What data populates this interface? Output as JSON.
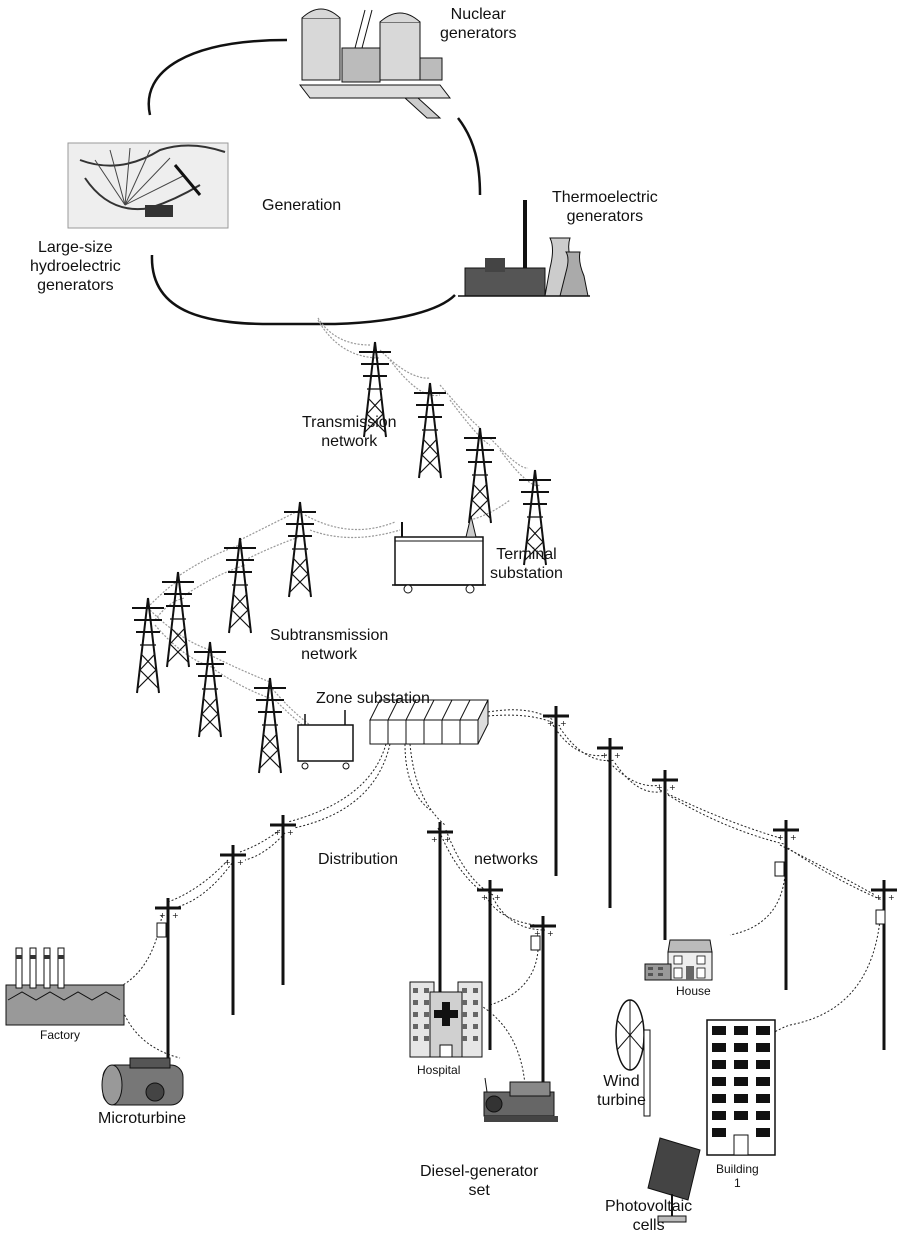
{
  "labels": {
    "nuclear_1": "Nuclear",
    "nuclear_2": "generators",
    "thermo_1": "Thermoelectric",
    "thermo_2": "generators",
    "generation": "Generation",
    "hydro_1": "Large-size",
    "hydro_2": "hydroelectric",
    "hydro_3": "generators",
    "transmission_1": "Transmission",
    "transmission_2": "network",
    "terminal_1": "Terminal",
    "terminal_2": "substation",
    "subtrans_1": "Subtransmission",
    "subtrans_2": "network",
    "zone": "Zone substation",
    "distribution": "Distribution",
    "networks": "networks",
    "factory": "Factory",
    "microturbine": "Microturbine",
    "hospital": "Hospital",
    "diesel_1": "Diesel-generator",
    "diesel_2": "set",
    "house": "House",
    "wind_1": "Wind",
    "wind_2": "turbine",
    "building_1": "Building",
    "building_2": "1",
    "pv_1": "Photovoltaic",
    "pv_2": "cells"
  },
  "icons": [
    "nuclear-plant-icon",
    "thermoelectric-plant-icon",
    "hydroelectric-dam-icon",
    "transmission-tower-icon",
    "terminal-substation-icon",
    "zone-substation-icon",
    "utility-pole-icon",
    "factory-icon",
    "microturbine-icon",
    "hospital-icon",
    "diesel-generator-icon",
    "house-icon",
    "wind-turbine-icon",
    "office-building-icon",
    "solar-panel-icon"
  ],
  "colors": {
    "ink": "#111111",
    "line": "#999999",
    "fill": "#cfcfcf"
  }
}
